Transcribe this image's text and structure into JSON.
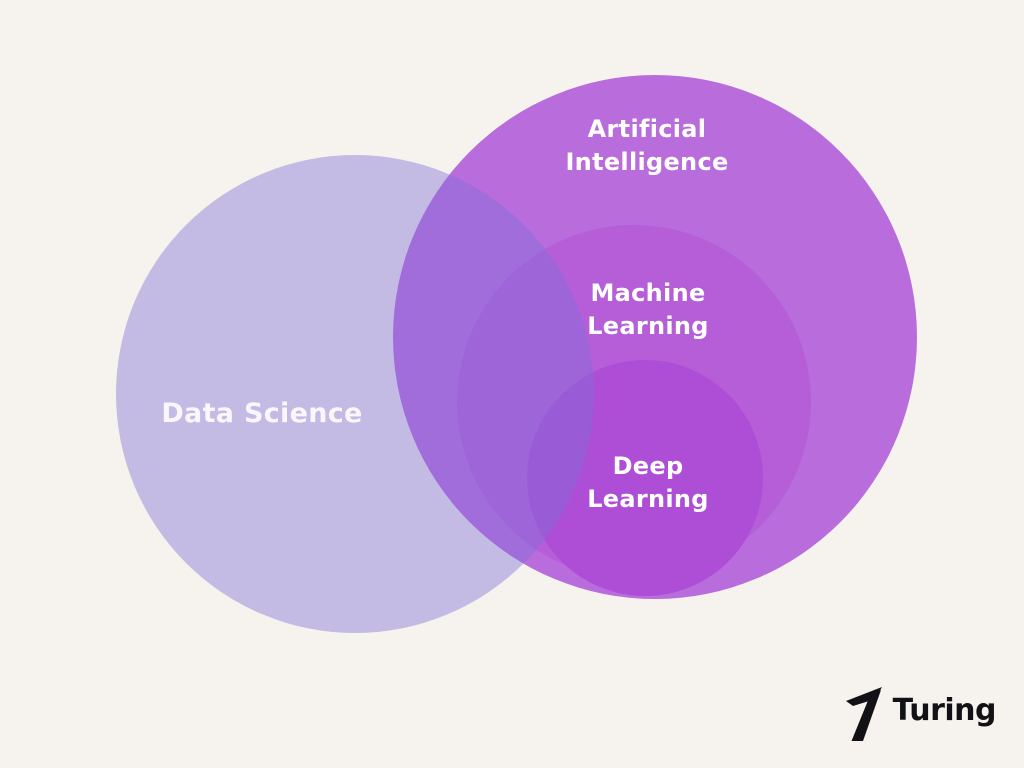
{
  "background_color": "#f6f2ed",
  "venn": {
    "label_color": "#ffffff",
    "sets": [
      {
        "id": "artificial-intelligence",
        "label": "Artificial\nIntelligence",
        "color": "#b96cdb"
      },
      {
        "id": "machine-learning",
        "label": "Machine\nLearning",
        "color": "#b55ed8"
      },
      {
        "id": "deep-learning",
        "label": "Deep\nLearning",
        "color": "#ae4dd5"
      },
      {
        "id": "data-science",
        "label": "Data Science",
        "color": "rgba(127,113,220,0.42)"
      }
    ]
  },
  "brand": {
    "name": "Turing",
    "text_color": "#121216",
    "mark_color": "#121216"
  }
}
